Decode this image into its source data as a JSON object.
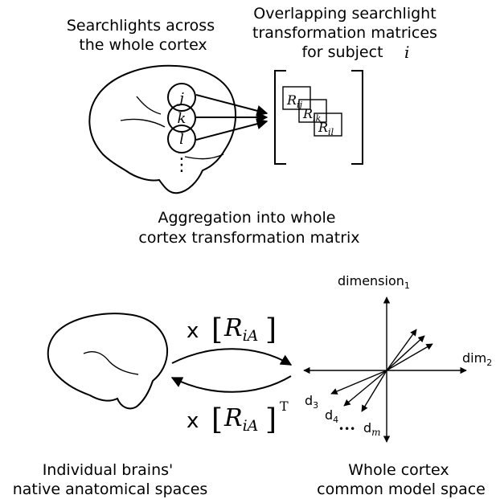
{
  "top_left_caption": [
    "Searchlights across",
    "the whole cortex"
  ],
  "top_right_caption": [
    "Overlapping searchlight",
    "transformation matrices",
    "for subject"
  ],
  "subject_symbol": "i",
  "searchlights": [
    "j",
    "k",
    "l"
  ],
  "ellipsis": "⋮",
  "matrices": [
    {
      "base": "R",
      "sub": "ij"
    },
    {
      "base": "R",
      "sub": "ik"
    },
    {
      "base": "R",
      "sub": "il"
    }
  ],
  "middle_caption": [
    "Aggregation into whole",
    "cortex transformation matrix"
  ],
  "transform_forward": {
    "op": "x",
    "base": "R",
    "sub": "iA",
    "sup": ""
  },
  "transform_inverse": {
    "op": "x",
    "base": "R",
    "sub": "iA",
    "sup": "T"
  },
  "axes": {
    "dim1_base": "dimension",
    "dim1_sub": "1",
    "dim2_base": "dim",
    "dim2_sub": "2",
    "d3_base": "d",
    "d3_sub": "3",
    "d4_base": "d",
    "d4_sub": "4",
    "dots": "•••",
    "dm_base": "d",
    "dm_sub": "m"
  },
  "bottom_left_caption": [
    "Individual brains'",
    "native anatomical spaces"
  ],
  "bottom_right_caption": [
    "Whole cortex",
    "common model space"
  ]
}
